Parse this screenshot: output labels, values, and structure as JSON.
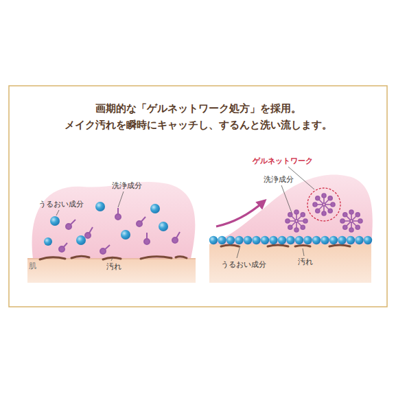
{
  "diagram": {
    "title": "画期的な「ゲルネットワーク処方」を採用。 メイク汚れを瞬時にキャッチし、するんと洗い流します。",
    "labels": [
      "うるおい成分",
      "洗浄成分",
      "汚れ",
      "肌",
      "ゲルネットワーク",
      "洗浄成分",
      "うるおい成分",
      "汚れ"
    ]
  }
}
